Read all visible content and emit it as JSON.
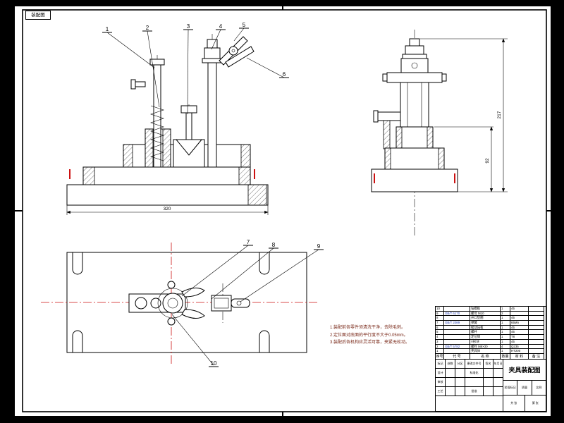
{
  "frame": {
    "corner_label": "装配图"
  },
  "callouts": {
    "f": [
      "1",
      "2",
      "3",
      "4",
      "5",
      "6"
    ],
    "t": [
      "7",
      "8",
      "9",
      "10"
    ]
  },
  "dimensions": {
    "front_base": "320",
    "side_total": "217",
    "side_base": "92"
  },
  "notes": {
    "lines": [
      "1.装配前各零件须清洗干净，去除毛刺。",
      "2.定位面对底面的平行度不大于0.05mm。",
      "3.装配后各机构应灵活可靠，夹紧无松动。"
    ]
  },
  "parts_list": {
    "headers": [
      "序号",
      "代 号",
      "名 称",
      "数量",
      "材 料",
      "备 注"
    ],
    "rows": [
      {
        "no": "10",
        "code": "",
        "name": "钻模板",
        "qty": "1",
        "mat": "45",
        "note": ""
      },
      {
        "no": "9",
        "code": "GB/T 6170",
        "name": "螺母 M10",
        "qty": "2",
        "mat": "",
        "note": ""
      },
      {
        "no": "8",
        "code": "",
        "name": "开口垫圈",
        "qty": "1",
        "mat": "45",
        "note": ""
      },
      {
        "no": "7",
        "code": "GB/T 2089",
        "name": "弹簧",
        "qty": "1",
        "mat": "65Mn",
        "note": ""
      },
      {
        "no": "6",
        "code": "",
        "name": "摆动压板",
        "qty": "1",
        "mat": "45",
        "note": ""
      },
      {
        "no": "5",
        "code": "",
        "name": "螺杆",
        "qty": "1",
        "mat": "45",
        "note": ""
      },
      {
        "no": "4",
        "code": "",
        "name": "定位销",
        "qty": "1",
        "mat": "T8",
        "note": ""
      },
      {
        "no": "3",
        "code": "",
        "name": "V形块",
        "qty": "1",
        "mat": "45",
        "note": ""
      },
      {
        "no": "2",
        "code": "GB/T 5782",
        "name": "螺栓 M8×30",
        "qty": "4",
        "mat": "Q235",
        "note": ""
      },
      {
        "no": "1",
        "code": "",
        "name": "夹具体",
        "qty": "1",
        "mat": "HT200",
        "note": ""
      }
    ]
  },
  "title_block": {
    "title": "夹具装配图",
    "rev_headers": [
      "标记",
      "处数",
      "分区",
      "更改文件号",
      "签名",
      "年月日"
    ],
    "roles": {
      "design": "设计",
      "check": "审核",
      "process": "工艺",
      "standard": "标准化",
      "approve": "批准"
    },
    "meta": {
      "stage": "阶段标记",
      "weight": "质量",
      "scale": "比例",
      "sheets": "共 张",
      "sheet_no": "第 张"
    }
  }
}
